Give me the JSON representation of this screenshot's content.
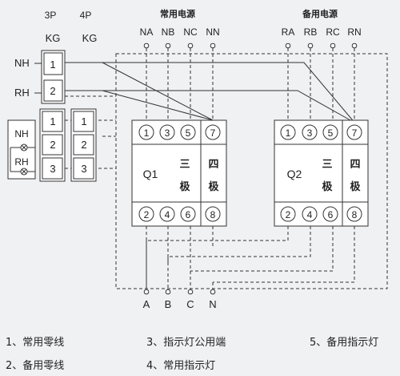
{
  "headers": {
    "col3p": "3P",
    "col4p": "4P",
    "kg3": "KG",
    "kg4": "KG",
    "normal_source": "常用电源",
    "backup_source": "备用电源"
  },
  "normal_terminals": [
    "NA",
    "NB",
    "NC",
    "NN"
  ],
  "backup_terminals": [
    "RA",
    "RB",
    "RC",
    "RN"
  ],
  "left_labels": {
    "nh": "NH",
    "rh": "RH"
  },
  "kg_top": [
    "1",
    "2"
  ],
  "kg_3p": [
    "1",
    "2",
    "3"
  ],
  "kg_4p": [
    "1",
    "2",
    "3"
  ],
  "indicator_labels": [
    "NH",
    "RH"
  ],
  "breaker_top_pins": [
    "1",
    "3",
    "5",
    "7"
  ],
  "breaker_bottom_pins": [
    "2",
    "4",
    "6",
    "8"
  ],
  "q1": {
    "name": "Q1",
    "three_pole": [
      "三",
      "极"
    ],
    "four_pole": [
      "四",
      "极"
    ]
  },
  "q2": {
    "name": "Q2",
    "three_pole": [
      "三",
      "极"
    ],
    "four_pole": [
      "四",
      "极"
    ]
  },
  "output_terminals": [
    "A",
    "B",
    "C",
    "N"
  ],
  "legend": [
    "1、常用零线",
    "2、备用零线",
    "3、指示灯公用端",
    "4、常用指示灯",
    "5、备用指示灯"
  ]
}
